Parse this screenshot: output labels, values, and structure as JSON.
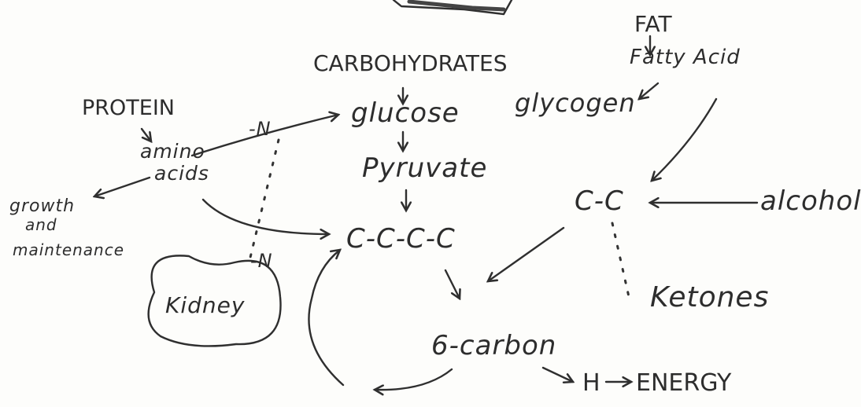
{
  "diagram": {
    "nodes": {
      "fat": "FAT",
      "fatty_acid": "Fatty Acid",
      "carbohydrates": "CARBOHYDRATES",
      "protein": "PROTEIN",
      "glucose": "glucose",
      "glycogen": "glycogen",
      "amino": "amino",
      "acids": "acids",
      "pyruvate": "Pyruvate",
      "cc": "C-C",
      "alcohol": "alcohol",
      "growth": "growth",
      "and": "and",
      "maintenance": "maintenance",
      "cccc": "C-C-C-C",
      "n_top": "-N",
      "n_bottom": "-N",
      "kidney": "Kidney",
      "ketones": "Ketones",
      "six_carbon": "6-carbon",
      "h": "H",
      "energy": "ENERGY"
    }
  }
}
